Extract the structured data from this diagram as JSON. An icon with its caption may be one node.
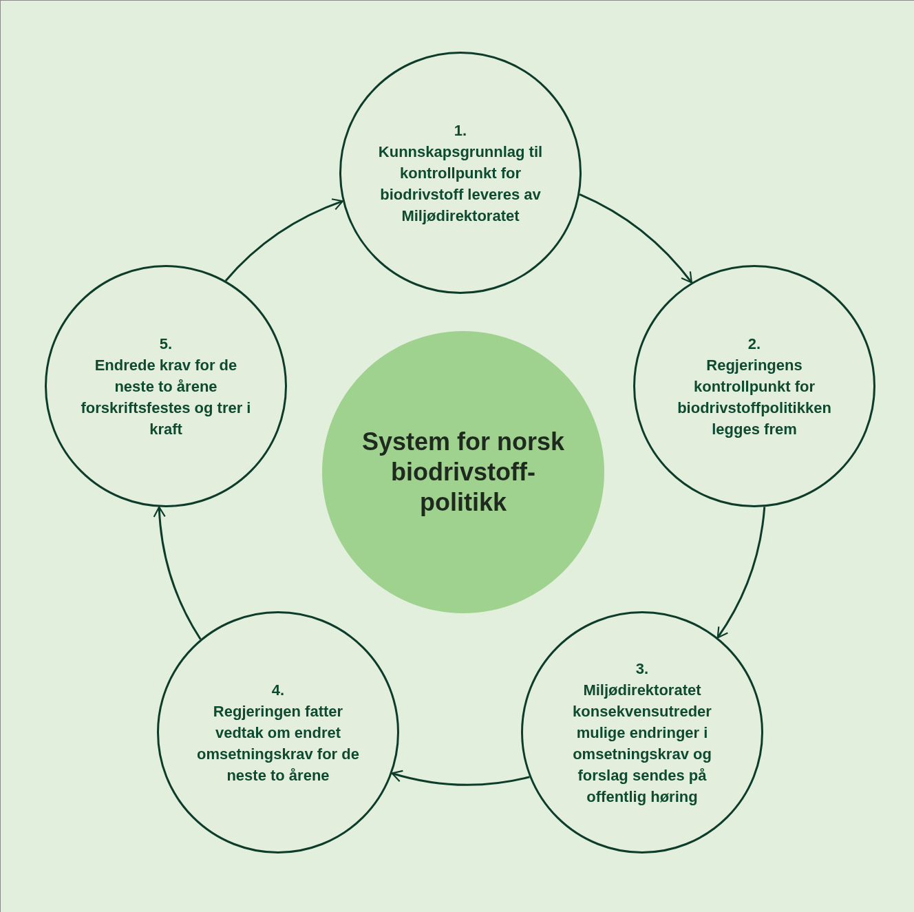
{
  "diagram": {
    "nodes": [
      {
        "text": [
          "1.",
          "Kunnskapsgrunnlag til kontrollpunkt for biodrivstoff leveres av Miljødirektoratet"
        ]
      },
      {
        "text": [
          "2.",
          "Regjeringens kontrollpunkt for biodrivstoffpolitikken legges frem"
        ]
      },
      {
        "text": [
          "3.",
          "Miljødirektoratet konsekvensutreder mulige endringer i omsetningskrav og forslag sendes på offentlig høring"
        ]
      },
      {
        "text": [
          "4.",
          "Regjeringen fatter vedtak om endret omsetningskrav for de neste to årene"
        ]
      },
      {
        "text": [
          "5.",
          "Endrede krav for de neste to årene forskriftsfestes og trer i kraft"
        ]
      },
      {
        "text": [
          "System for norsk biodrivstoff-politikk"
        ]
      }
    ],
    "edges": [
      {
        "from": 0,
        "to": 1,
        "arrow": "to"
      },
      {
        "from": 1,
        "to": 2,
        "arrow": "to"
      },
      {
        "from": 2,
        "to": 3,
        "arrow": "to"
      },
      {
        "from": 3,
        "to": 4,
        "arrow": "to"
      },
      {
        "from": 4,
        "to": 0,
        "arrow": "to"
      }
    ]
  }
}
